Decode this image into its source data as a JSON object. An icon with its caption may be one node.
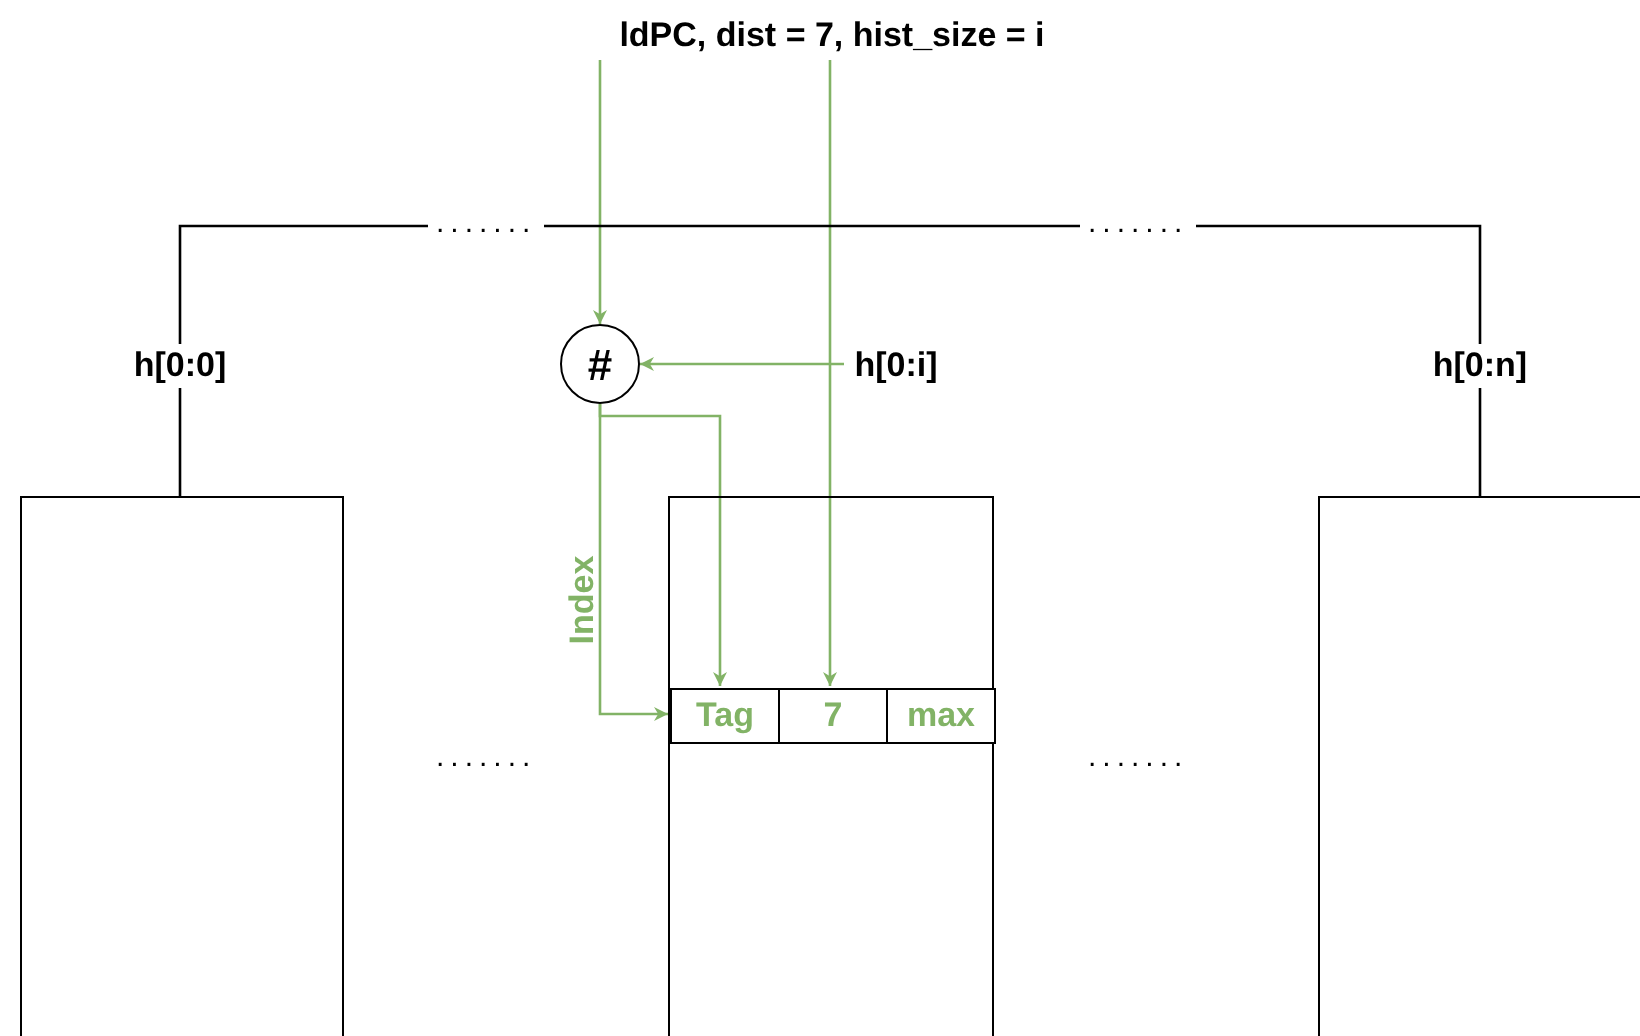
{
  "diagram": {
    "nodes": [
      {
        "text": [
          "ldPC, dist = 7, hist_size = i"
        ]
      },
      {
        "text": [
          "h[0:0]"
        ]
      },
      {
        "text": [
          "#"
        ]
      },
      {
        "text": [
          "h[0:i]"
        ]
      },
      {
        "text": [
          "h[0:n]"
        ]
      },
      {
        "text": [],
        "shape": "box"
      },
      {
        "text": [],
        "shape": "box"
      },
      {
        "text": [],
        "shape": "box"
      },
      {
        "text": [
          "Tag"
        ],
        "in": 6
      },
      {
        "text": [
          "7"
        ],
        "in": 6
      },
      {
        "text": [
          "max"
        ],
        "in": 6
      }
    ],
    "edges": [
      {
        "from": 0,
        "to": 2,
        "arrow": "to",
        "color": "#82b366"
      },
      {
        "from": 0,
        "to": 9,
        "arrow": "to",
        "color": "#82b366"
      },
      {
        "from": 3,
        "to": 2,
        "arrow": "to",
        "color": "#82b366"
      },
      {
        "from": 2,
        "to": 8,
        "arrow": "to",
        "label": "Index",
        "color": "#82b366"
      },
      {
        "from": 2,
        "to": 8,
        "arrow": "to",
        "color": "#82b366"
      },
      {
        "from": 1,
        "to": 4,
        "arrow": "none",
        "color": "#000000"
      },
      {
        "from": 1,
        "to": 5,
        "arrow": "none",
        "color": "#000000"
      },
      {
        "from": 4,
        "to": 7,
        "arrow": "none",
        "color": "#000000"
      }
    ],
    "labels": [
      ".......",
      ".......",
      ".......",
      "......."
    ]
  }
}
